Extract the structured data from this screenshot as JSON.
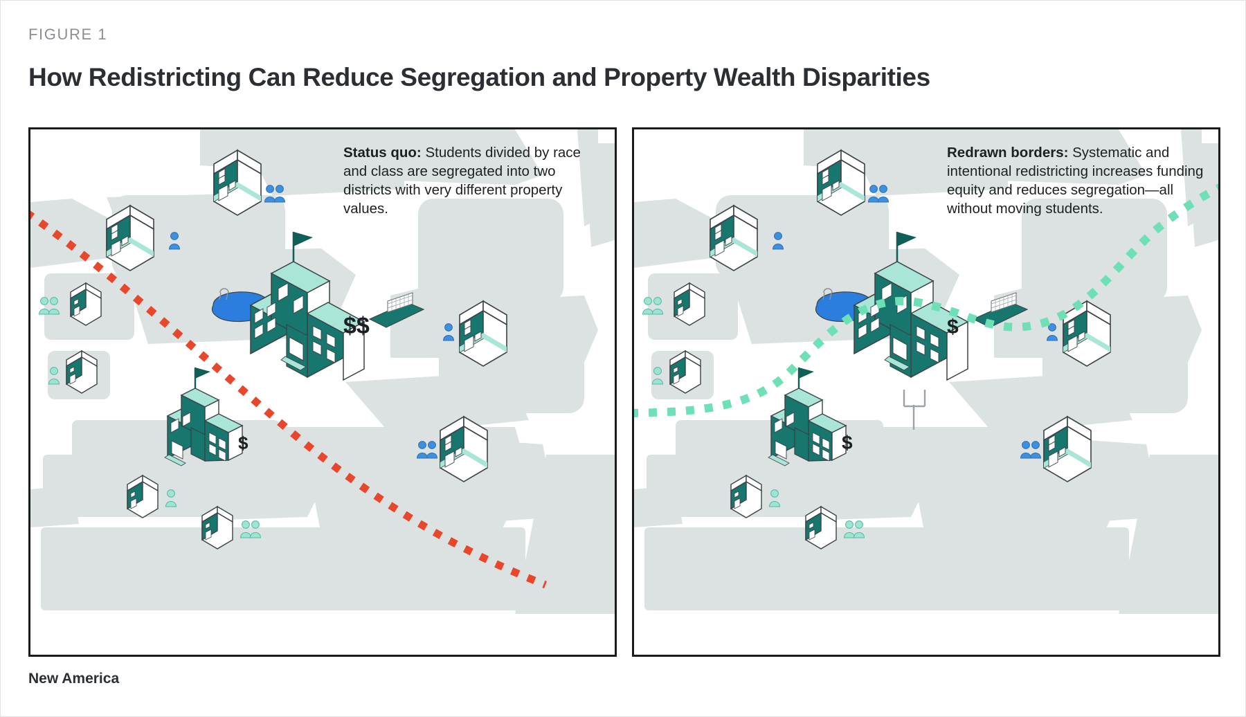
{
  "figure": {
    "label": "FIGURE 1",
    "title": "How Redistricting Can Reduce Segregation and Property Wealth Disparities",
    "source": "New America"
  },
  "panels": [
    {
      "id": "status-quo",
      "caption_lead": "Status quo:",
      "caption_body": " Students divided by race and class are segregated into two districts with very different property values.",
      "border_line_color": "#e8472b",
      "border_line_style": "dashed",
      "school_labels": [
        "$$",
        "$"
      ],
      "amenities": [
        "swimming-pool",
        "soccer-goal"
      ]
    },
    {
      "id": "redrawn-borders",
      "caption_lead": "Redrawn borders:",
      "caption_body": " Systematic and intentional redistricting increases funding equity and reduces segregation—all without moving students.",
      "border_line_color": "#6fe0b6",
      "border_line_style": "dashed",
      "school_labels": [
        "$",
        "$"
      ],
      "amenities": [
        "swimming-pool",
        "soccer-goal",
        "football-goalpost"
      ]
    }
  ],
  "colors": {
    "teal": "#17776f",
    "teal_dark": "#0f5f58",
    "mint": "#a9e6d8",
    "mint_line": "#6fe0b6",
    "blue_person": "#3d8fe0",
    "mint_person": "#9fe3d2",
    "pool_blue": "#2b7ede",
    "parcel_gray": "#dce1e1",
    "red_line": "#e8472b",
    "ink": "#1d2023",
    "muted": "#8a8f94"
  },
  "map_icons": {
    "house": "house-icon",
    "school": "school-icon",
    "person_blue": "person-blue-icon",
    "person_mint": "person-mint-icon",
    "pool": "swimming-pool-icon",
    "goal": "soccer-goal-icon",
    "goalpost": "football-goalpost-icon",
    "flag": "flag-icon"
  }
}
